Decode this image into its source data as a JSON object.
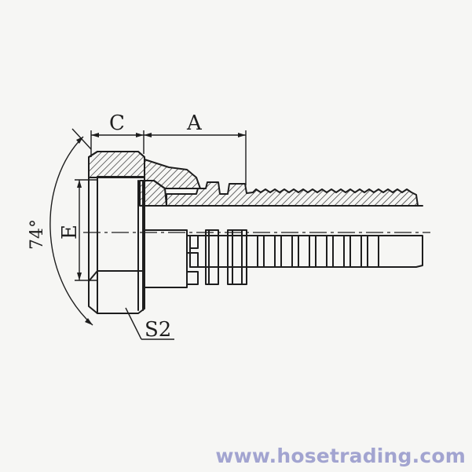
{
  "drawing": {
    "labels": {
      "c": "C",
      "a": "A",
      "e": "E",
      "angle": "74°",
      "s2": "S2"
    },
    "colors": {
      "line": "#1e1e1e",
      "watermark": "#a2a4d0",
      "background": "#f6f6f4"
    }
  },
  "footer": {
    "url": "www.hosetrading.com"
  }
}
